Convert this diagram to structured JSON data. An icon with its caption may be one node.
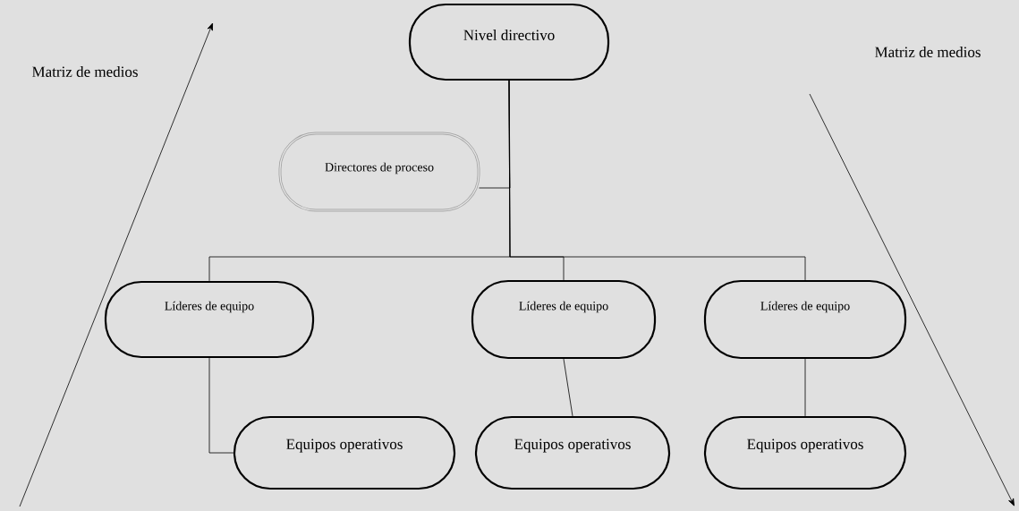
{
  "diagram": {
    "nodes": [
      {
        "text": [
          "Nivel directivo"
        ]
      },
      {
        "text": [
          "Directores de proceso"
        ]
      },
      {
        "text": [
          "Líderes de equipo"
        ]
      },
      {
        "text": [
          "Líderes de equipo"
        ]
      },
      {
        "text": [
          "Líderes de equipo"
        ]
      },
      {
        "text": [
          "Equipos operativos"
        ]
      },
      {
        "text": [
          "Equipos operativos"
        ]
      },
      {
        "text": [
          "Equipos operativos"
        ]
      }
    ],
    "edges": [
      {
        "from": 0,
        "to": 1,
        "arrow": "none"
      },
      {
        "from": 0,
        "to": 2,
        "arrow": "none"
      },
      {
        "from": 0,
        "to": 3,
        "arrow": "none"
      },
      {
        "from": 0,
        "to": 4,
        "arrow": "none"
      },
      {
        "from": 2,
        "to": 5,
        "arrow": "none"
      },
      {
        "from": 3,
        "to": 6,
        "arrow": "none"
      },
      {
        "from": 4,
        "to": 7,
        "arrow": "none"
      }
    ],
    "labels": [
      "Matriz de medios",
      "Matriz de medios"
    ]
  }
}
